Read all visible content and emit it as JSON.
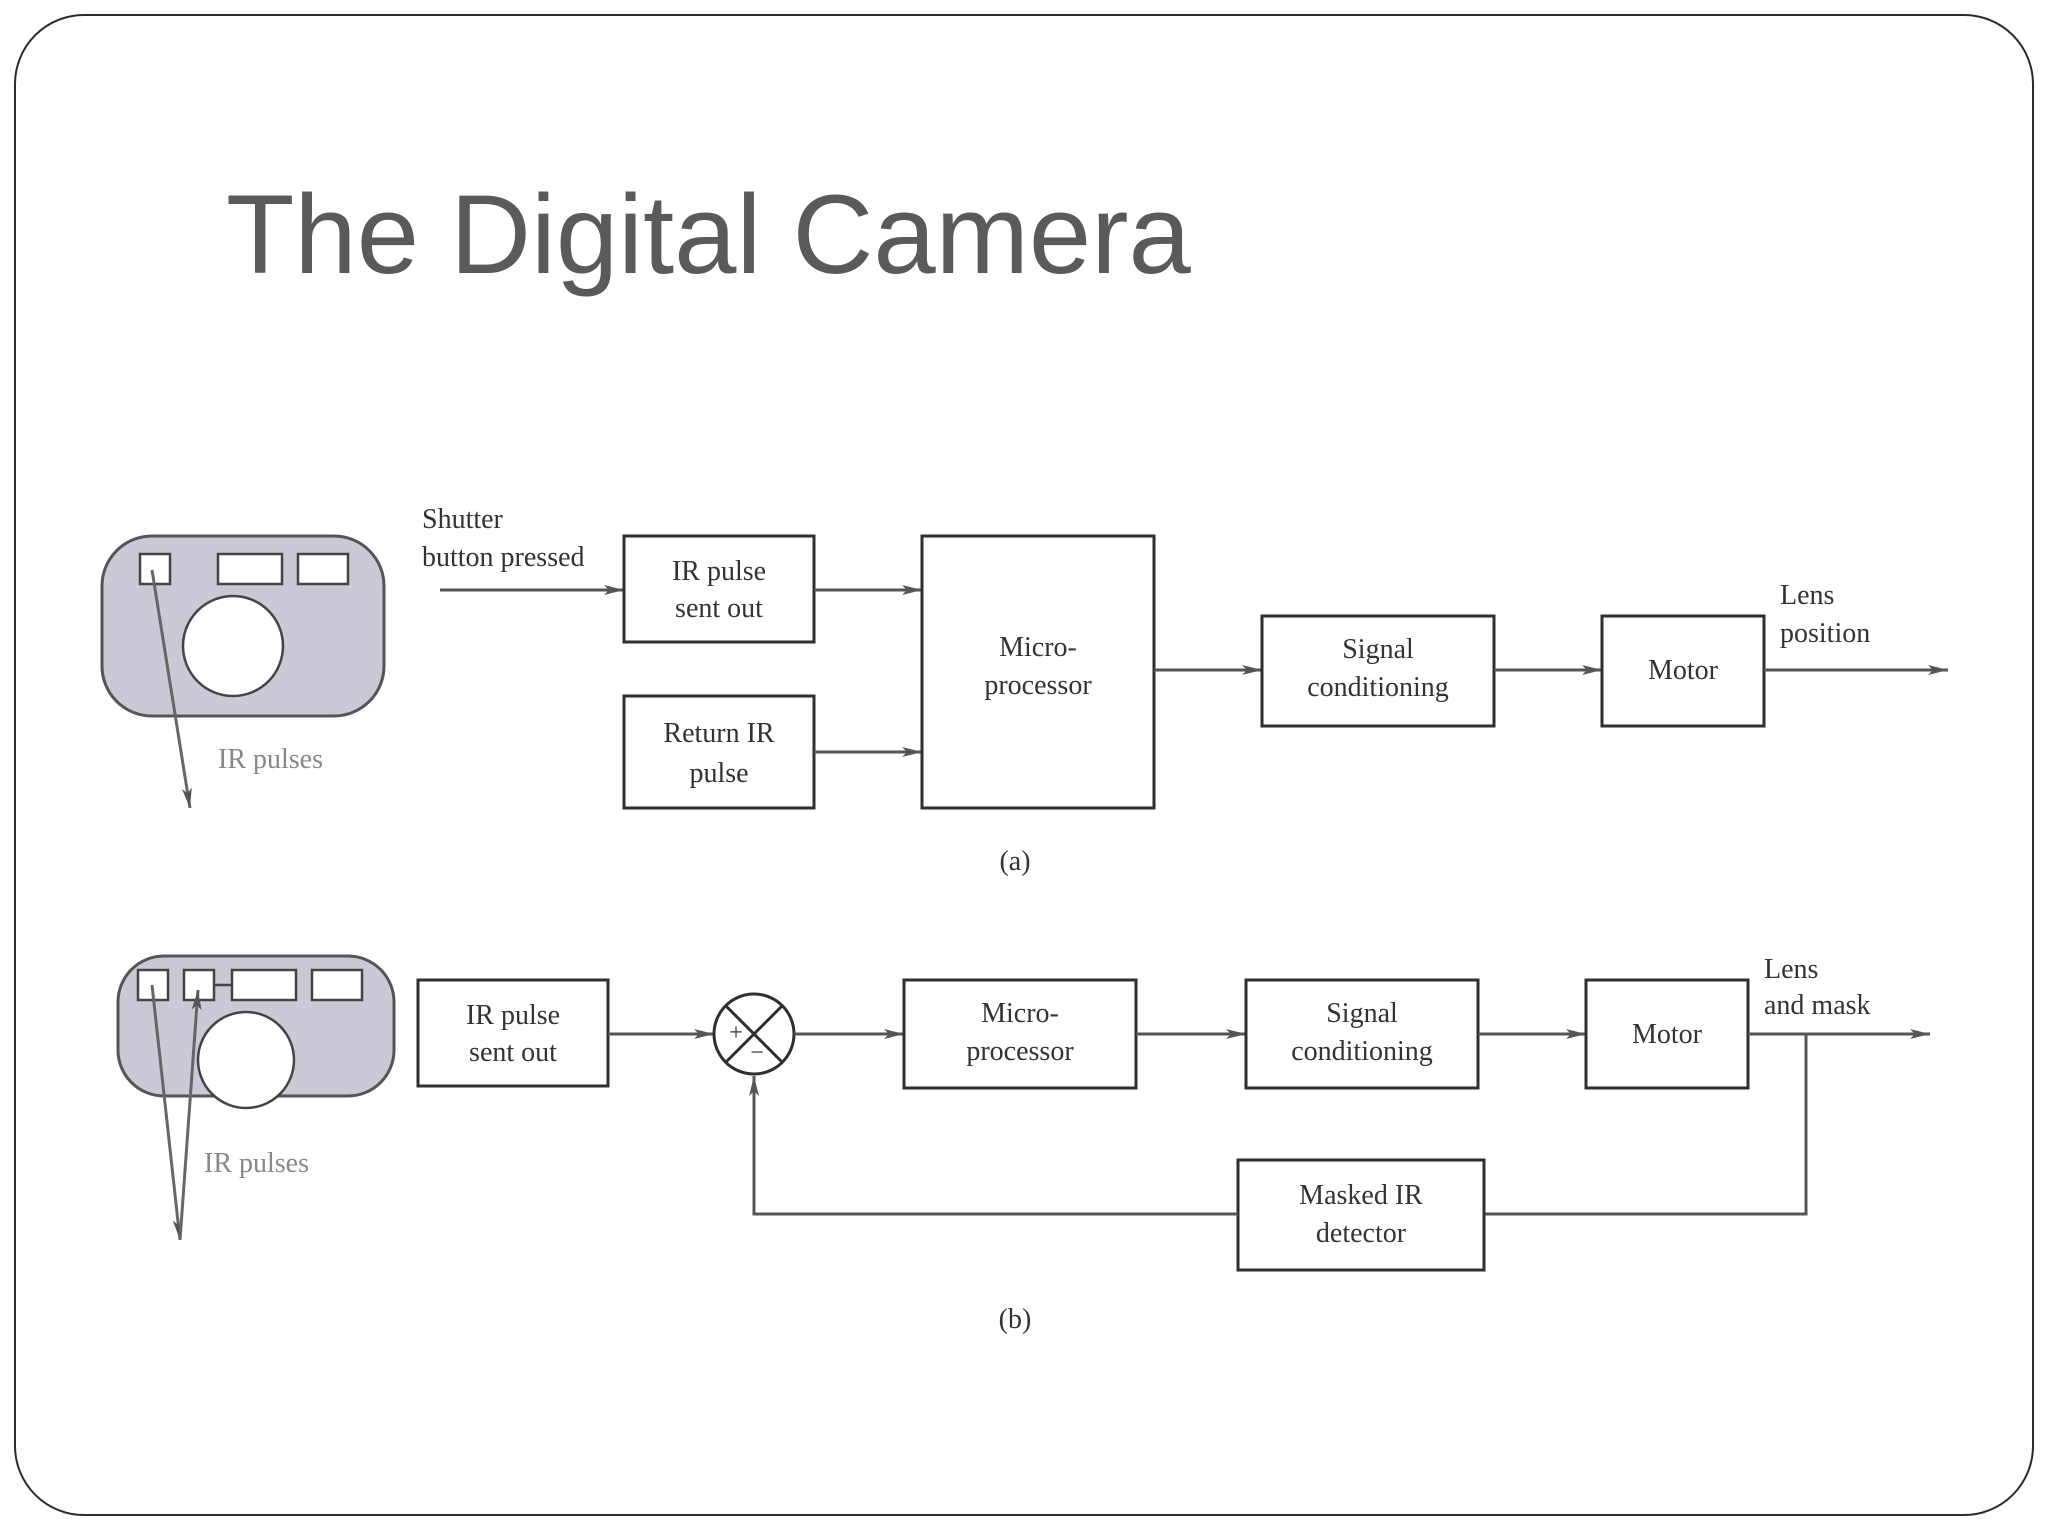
{
  "slide": {
    "title": "The Digital Camera"
  },
  "diagram_a": {
    "input_label_line1": "Shutter",
    "input_label_line2": "button pressed",
    "ir_pulse_sent_line1": "IR pulse",
    "ir_pulse_sent_line2": "sent out",
    "return_ir_line1": "Return IR",
    "return_ir_line2": "pulse",
    "micro_line1": "Micro-",
    "micro_line2": "processor",
    "signal_line1": "Signal",
    "signal_line2": "conditioning",
    "motor": "Motor",
    "output_line1": "Lens",
    "output_line2": "position",
    "camera_label": "IR pulses",
    "caption": "(a)"
  },
  "diagram_b": {
    "ir_pulse_sent_line1": "IR pulse",
    "ir_pulse_sent_line2": "sent out",
    "sum_plus": "+",
    "sum_minus": "−",
    "micro_line1": "Micro-",
    "micro_line2": "processor",
    "signal_line1": "Signal",
    "signal_line2": "conditioning",
    "motor": "Motor",
    "output_line1": "Lens",
    "output_line2": "and mask",
    "feedback_line1": "Masked IR",
    "feedback_line2": "detector",
    "camera_label": "IR pulses",
    "caption": "(b)"
  },
  "colors": {
    "camera_body": "#c9cad6",
    "title": "#5a5a5a",
    "lines": "#555555"
  }
}
